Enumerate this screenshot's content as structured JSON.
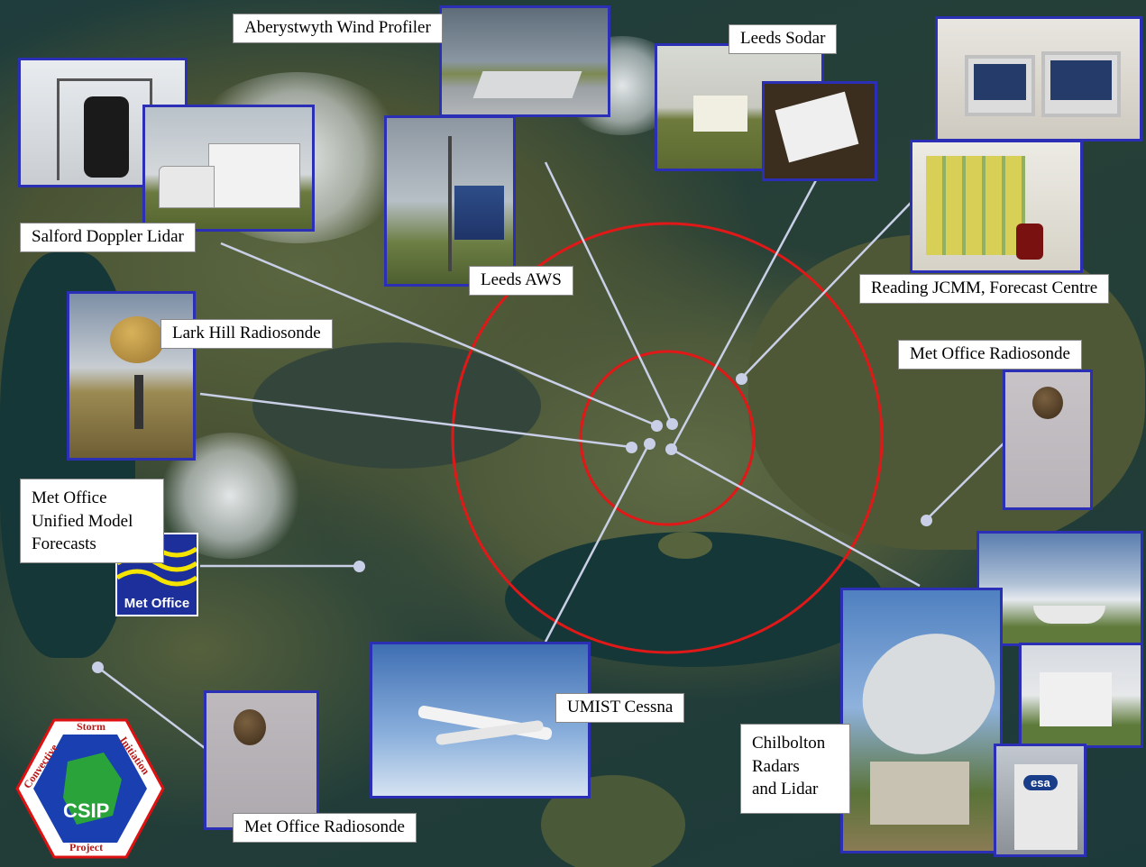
{
  "labels": {
    "aberystwyth": "Aberystwyth Wind Profiler",
    "leeds_sodar": "Leeds Sodar",
    "salford": "Salford Doppler Lidar",
    "leeds_aws": "Leeds AWS",
    "reading": "Reading JCMM, Forecast Centre",
    "lark_hill": "Lark Hill Radiosonde",
    "met_radiosonde_east": "Met Office Radiosonde",
    "met_um_line1": "Met Office",
    "met_um_line2": "Unified Model",
    "met_um_line3": "Forecasts",
    "umist": "UMIST Cessna",
    "chilbolton_line1": "Chilbolton",
    "chilbolton_line2": "Radars",
    "chilbolton_line3": "and Lidar",
    "met_radiosonde_west": "Met Office Radiosonde"
  },
  "logos": {
    "met_office": "Met Office",
    "csip_top": "Storm",
    "csip_left": "Convective",
    "csip_right": "Initiation",
    "csip_center": "CSIP",
    "csip_bottom": "Project",
    "esa": "esa"
  },
  "colors": {
    "photo_border": "#2a2fb5",
    "radius_ring": "#e01818",
    "connector": "#c9cfe6"
  }
}
